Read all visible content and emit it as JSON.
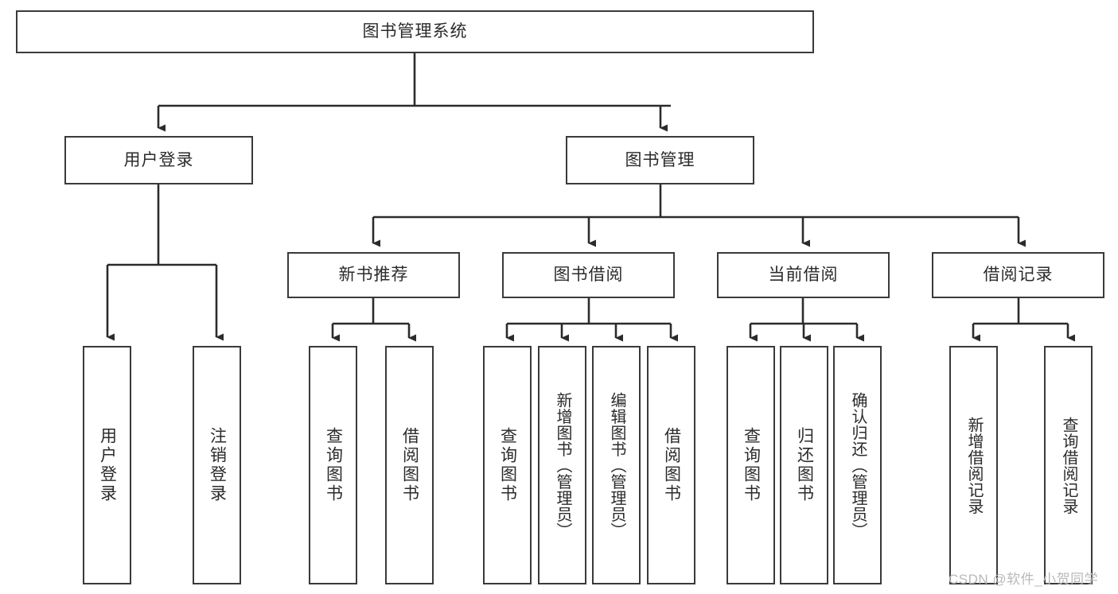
{
  "diagram": {
    "title": "图书管理系统",
    "type": "hierarchy-tree",
    "watermark": "CSDN @软件_小贺同学",
    "colors": {
      "box_border": "#3a3a3a",
      "box_fill": "#ffffff",
      "connector": "#2b2b2b",
      "text": "#2b2b2b",
      "watermark": "#b9b9b9",
      "background": "#ffffff"
    },
    "root": {
      "id": "root",
      "label": "图书管理系统",
      "orientation": "horizontal"
    },
    "level2": [
      {
        "id": "user-login",
        "label": "用户登录",
        "orientation": "horizontal"
      },
      {
        "id": "book-manage",
        "label": "图书管理",
        "orientation": "horizontal"
      }
    ],
    "level3": [
      {
        "id": "new-book-recommend",
        "label": "新书推荐",
        "orientation": "horizontal",
        "parent": "book-manage"
      },
      {
        "id": "book-borrow",
        "label": "图书借阅",
        "orientation": "horizontal",
        "parent": "book-manage"
      },
      {
        "id": "current-borrow",
        "label": "当前借阅",
        "orientation": "horizontal",
        "parent": "book-manage"
      },
      {
        "id": "borrow-record",
        "label": "借阅记录",
        "orientation": "horizontal",
        "parent": "book-manage"
      }
    ],
    "leaves": [
      {
        "id": "leaf-user-login",
        "label": "用户登录",
        "orientation": "vertical",
        "parent": "user-login"
      },
      {
        "id": "leaf-logout-login",
        "label": "注销登录",
        "orientation": "vertical",
        "parent": "user-login"
      },
      {
        "id": "leaf-query-book-rec",
        "label": "查询图书",
        "orientation": "vertical",
        "parent": "new-book-recommend"
      },
      {
        "id": "leaf-borrow-book-rec",
        "label": "借阅图书",
        "orientation": "vertical",
        "parent": "new-book-recommend"
      },
      {
        "id": "leaf-query-book-borrow",
        "label": "查询图书",
        "orientation": "vertical",
        "parent": "book-borrow"
      },
      {
        "id": "leaf-add-book-admin",
        "label": "新增图书（管理员）",
        "orientation": "vertical",
        "parent": "book-borrow"
      },
      {
        "id": "leaf-edit-book-admin",
        "label": "编辑图书（管理员）",
        "orientation": "vertical",
        "parent": "book-borrow"
      },
      {
        "id": "leaf-borrow-book",
        "label": "借阅图书",
        "orientation": "vertical",
        "parent": "book-borrow"
      },
      {
        "id": "leaf-query-book-current",
        "label": "查询图书",
        "orientation": "vertical",
        "parent": "current-borrow"
      },
      {
        "id": "leaf-return-book",
        "label": "归还图书",
        "orientation": "vertical",
        "parent": "current-borrow"
      },
      {
        "id": "leaf-confirm-return-admin",
        "label": "确认归还（管理员）",
        "orientation": "vertical",
        "parent": "current-borrow"
      },
      {
        "id": "leaf-add-borrow-record",
        "label": "新增借阅记录",
        "orientation": "vertical",
        "parent": "borrow-record"
      },
      {
        "id": "leaf-query-borrow-record",
        "label": "查询借阅记录",
        "orientation": "vertical",
        "parent": "borrow-record"
      }
    ]
  }
}
